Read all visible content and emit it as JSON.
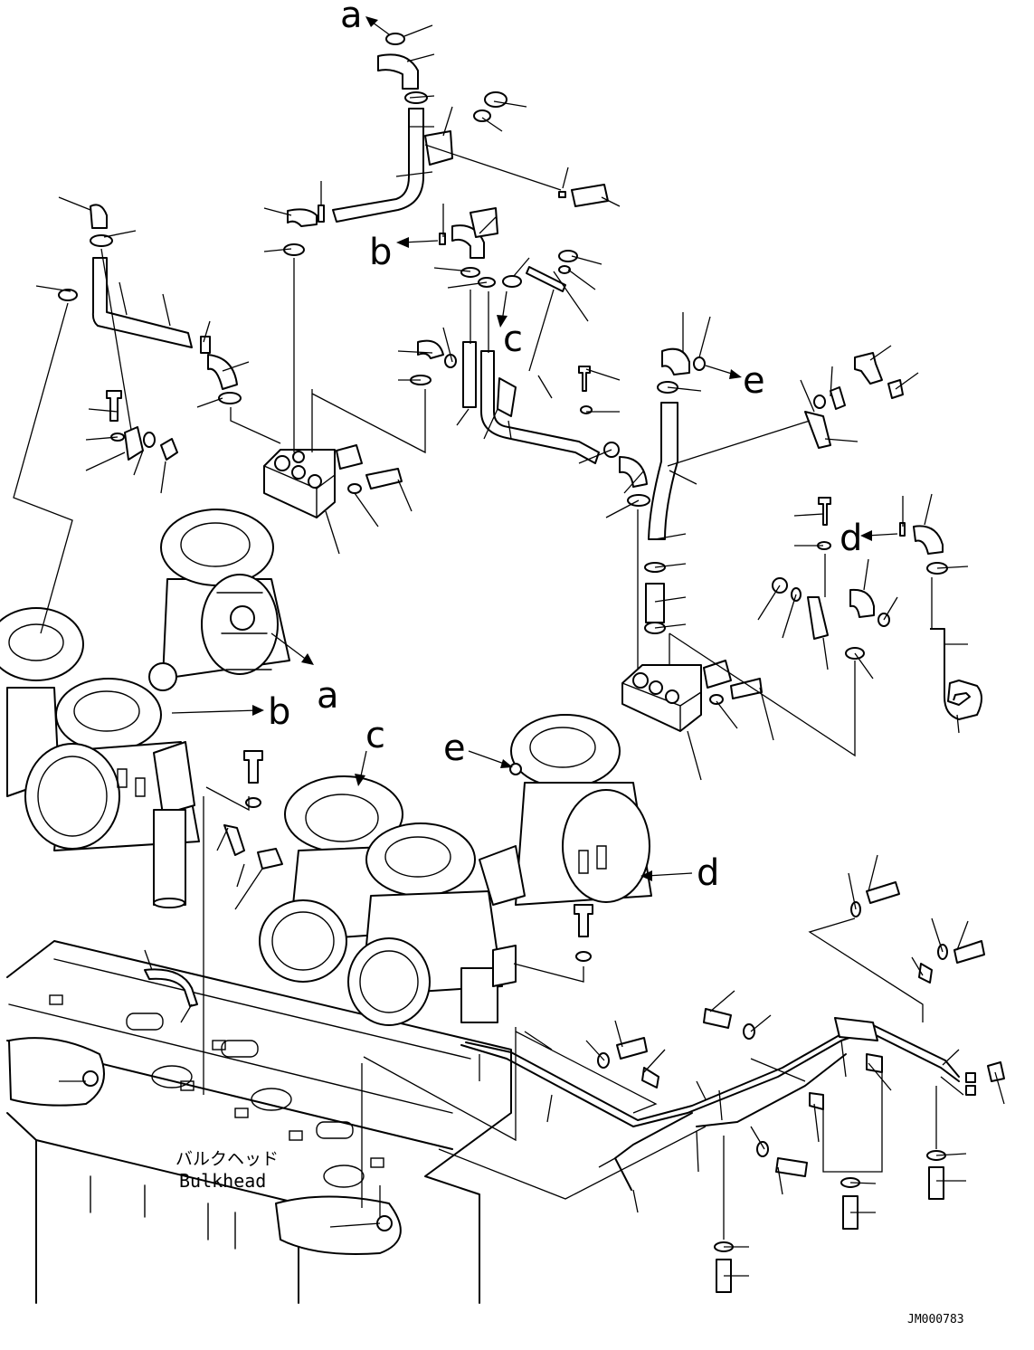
{
  "ref_labels": {
    "a": "a",
    "b": "b",
    "c": "c",
    "d": "d",
    "e": "e"
  },
  "bulkhead": {
    "jp": "バルクヘッド",
    "en": "Bulkhead"
  },
  "drawing_code": "JM000783",
  "colors": {
    "line": "#000000",
    "background": "#ffffff"
  }
}
